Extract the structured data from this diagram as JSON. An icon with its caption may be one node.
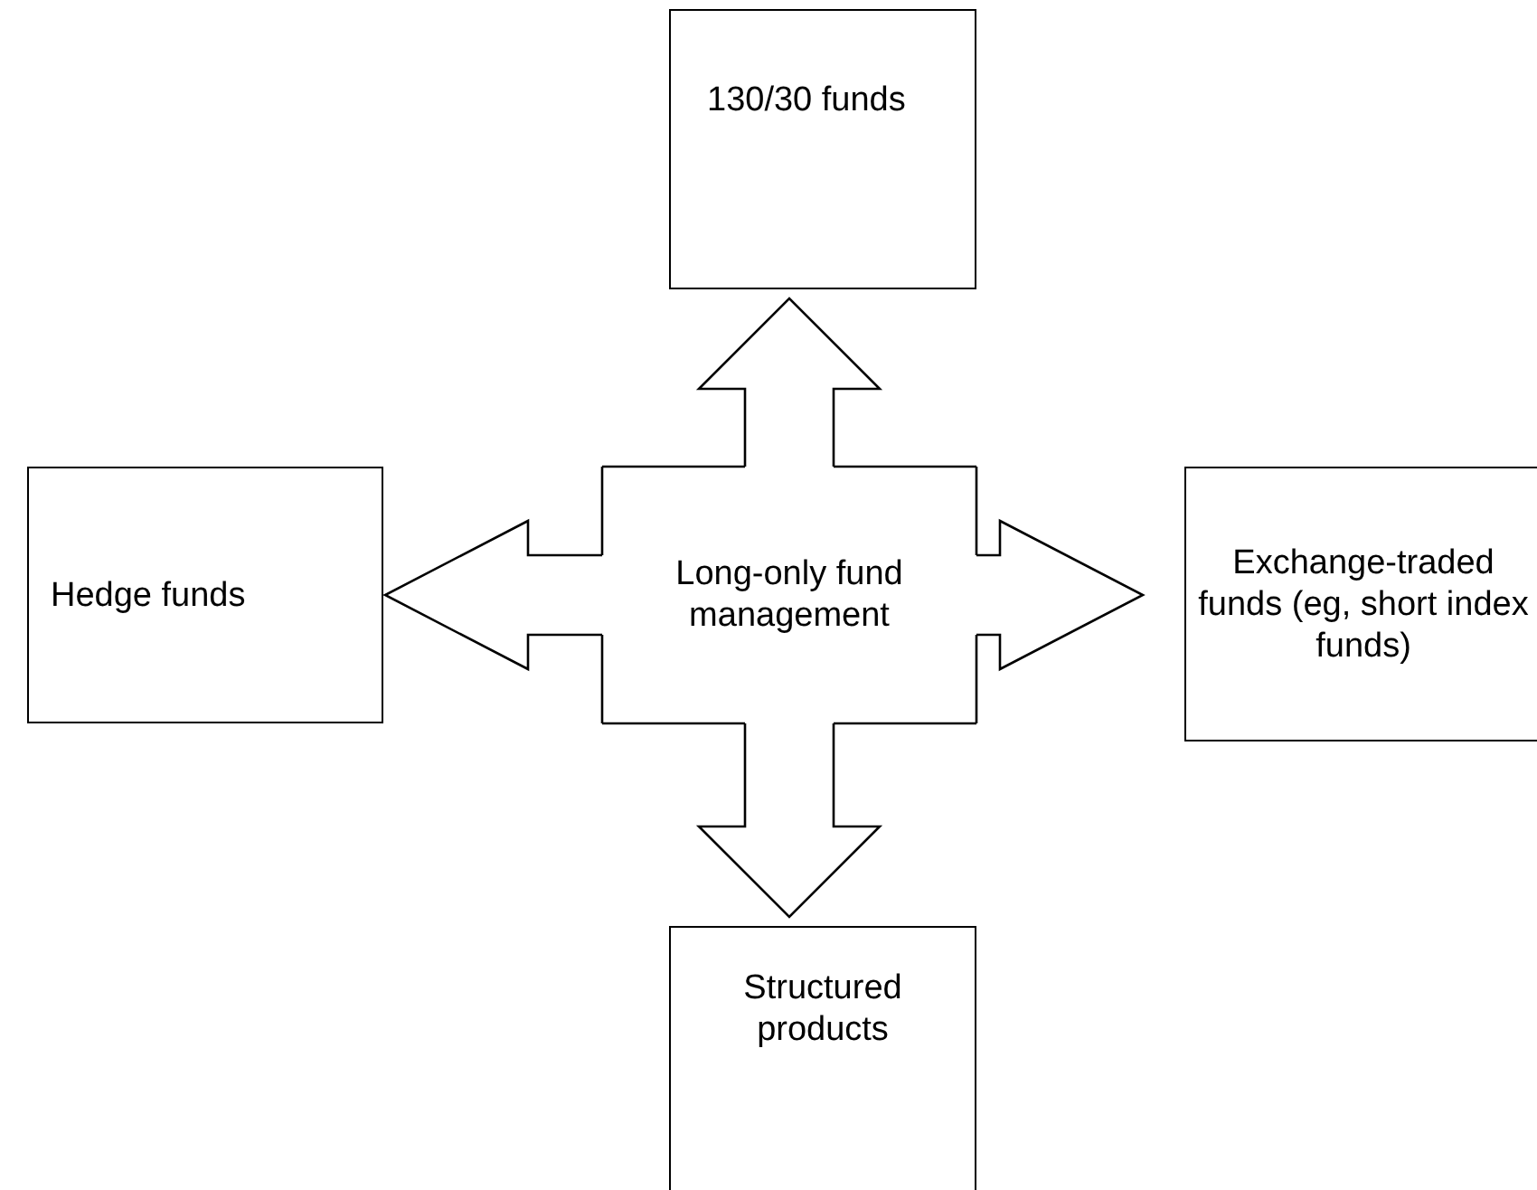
{
  "diagram": {
    "nodes": [
      {
        "text": [
          "Long-only fund management"
        ]
      },
      {
        "text": [
          "130/30 funds"
        ]
      },
      {
        "text": [
          "Hedge funds"
        ]
      },
      {
        "text": [
          "Exchange-traded funds (eg, short index funds)"
        ]
      },
      {
        "text": [
          "Structured products"
        ]
      }
    ],
    "edges": [
      {
        "from": 0,
        "to": 1,
        "arrow": "to"
      },
      {
        "from": 0,
        "to": 2,
        "arrow": "to"
      },
      {
        "from": 0,
        "to": 3,
        "arrow": "to"
      },
      {
        "from": 0,
        "to": 4,
        "arrow": "to"
      }
    ]
  }
}
